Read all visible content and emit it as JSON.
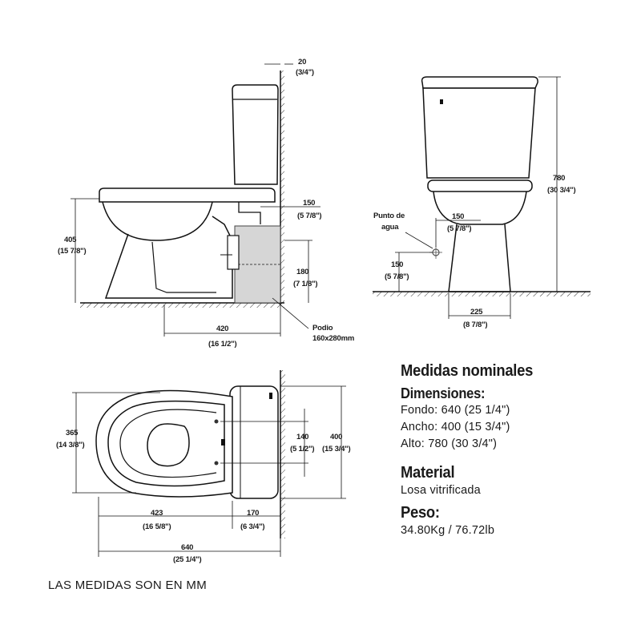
{
  "side_view": {
    "wall_offset": "20",
    "wall_offset_in": "(3/4\")",
    "outlet_dist": "150",
    "outlet_dist_in": "(5 7/8\")",
    "bowl_height": "405",
    "bowl_height_in": "(15 7/8\")",
    "podium_height": "180",
    "podium_height_in": "(7 1/8\")",
    "rough_in": "420",
    "rough_in_in": "(16 1/2\")",
    "podium_label": "Podio",
    "podium_size": "160x280mm"
  },
  "front_view": {
    "total_height": "780",
    "total_height_in": "(30 3/4\")",
    "water_point_label_1": "Punto de",
    "water_point_label_2": "agua",
    "water_h_offset": "150",
    "water_h_offset_in": "(5 7/8\")",
    "water_height": "150",
    "water_height_in": "(5 7/8\")",
    "base_width": "225",
    "base_width_in": "(8 7/8\")"
  },
  "top_view": {
    "bowl_width": "365",
    "bowl_width_in": "(14 3/8\")",
    "bolt_spacing": "140",
    "bolt_spacing_in": "(5 1/2\")",
    "tank_width": "400",
    "tank_width_in": "(15 3/4\")",
    "bowl_depth": "423",
    "bowl_depth_in": "(16 5/8\")",
    "tank_depth": "170",
    "tank_depth_in": "(6 3/4\")",
    "total_depth": "640",
    "total_depth_in": "(25 1/4\")"
  },
  "specs": {
    "title": "Medidas nominales",
    "dimensions_heading": "Dimensiones:",
    "depth": "Fondo: 640 (25 1/4\")",
    "width": "Ancho: 400 (15 3/4\")",
    "height": "Alto: 780 (30 3/4\")",
    "material_heading": "Material",
    "material_value": "Losa vitrificada",
    "weight_heading": "Peso:",
    "weight_value": "34.80Kg / 76.72lb"
  },
  "footer_note": "LAS MEDIDAS SON EN MM"
}
